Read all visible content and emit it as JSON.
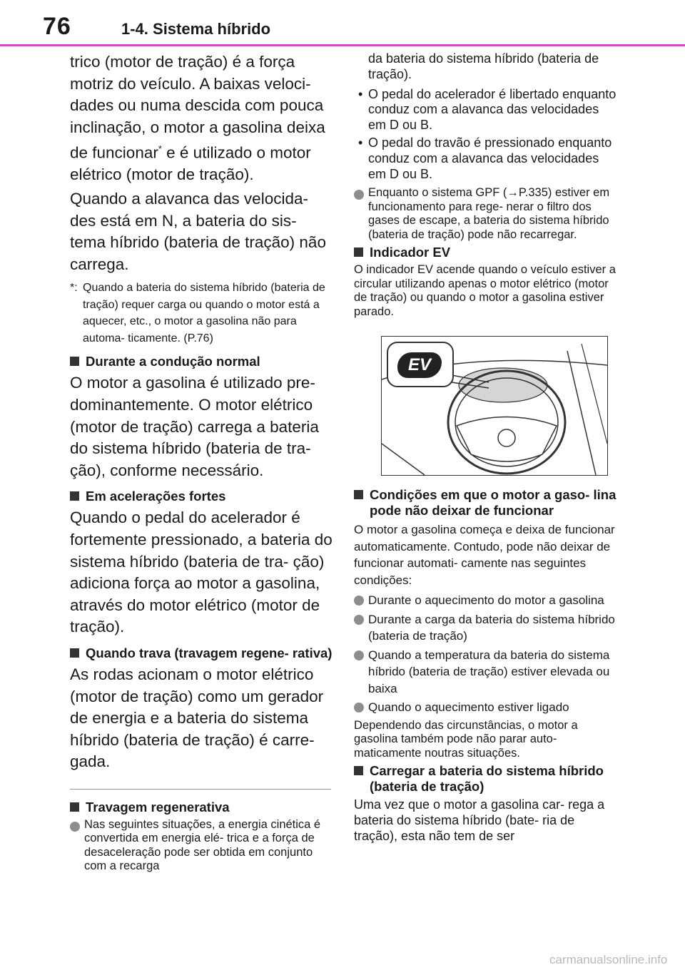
{
  "header": {
    "page_number": "76",
    "section": "1-4. Sistema híbrido"
  },
  "left": {
    "p1": "trico (motor de tração) é a força motriz do veículo. A baixas veloci- dades ou numa descida com pouca inclinação, o motor a gasolina deixa de funcionar",
    "p1_star": "*",
    "p1_end": " e é utilizado o motor elétrico (motor de tração).",
    "p2": "Quando a alavanca das velocida- des está em N, a bateria do sis- tema híbrido (bateria de tração) não carrega.",
    "note_mark": "*:",
    "note_text": "Quando a bateria do sistema híbrido (bateria de tração) requer carga ou quando o motor está a aquecer, etc., o motor a gasolina não para automa- ticamente. (P.76)",
    "h1": "Durante a condução normal",
    "p3": "O motor a gasolina é utilizado pre- dominantemente. O motor elétrico (motor de tração) carrega a bateria do sistema híbrido (bateria de tra- ção), conforme necessário.",
    "h2": "Em acelerações fortes",
    "p4": "Quando o pedal do acelerador é fortemente pressionado, a bateria do sistema híbrido (bateria de tra- ção) adiciona força ao motor a gasolina, através do motor elétrico (motor de tração).",
    "h3": "Quando trava (travagem regene- rativa)",
    "p5": "As rodas acionam o motor elétrico (motor de tração) como um gerador de energia e a bateria do sistema híbrido (bateria de tração) é carre- gada.",
    "h4": "Travagem regenerativa",
    "b1": "Nas seguintes situações, a energia cinética é convertida em energia elé- trica e a força de desaceleração pode ser obtida em conjunto com a recarga"
  },
  "right": {
    "p1": "da bateria do sistema híbrido (bateria de tração).",
    "d1": "O pedal do acelerador é libertado enquanto conduz com a alavanca das velocidades em D ou B.",
    "d2": "O pedal do travão é pressionado enquanto conduz com a alavanca das velocidades em D ou B.",
    "b1": "Enquanto o sistema GPF (→P.335) estiver em funcionamento para rege- nerar o filtro dos gases de escape, a bateria do sistema híbrido (bateria de tração) pode não recarregar.",
    "h1": "Indicador EV",
    "p2": "O indicador EV acende quando o veículo estiver a circular utilizando apenas o motor elétrico (motor de tração) ou quando o motor a gasolina estiver parado.",
    "ev_label": "EV",
    "h2": "Condições em que o motor a gaso- lina pode não deixar de funcionar",
    "p3": "O motor a gasolina começa e deixa de funcionar automaticamente. Contudo, pode não deixar de funcionar automati- camente nas seguintes condições:",
    "b2": "Durante o aquecimento do motor a gasolina",
    "b3": "Durante a carga da bateria do sistema híbrido (bateria de tração)",
    "b4": "Quando a temperatura da bateria do sistema híbrido (bateria de tração) estiver elevada ou baixa",
    "b5": "Quando o aquecimento estiver ligado",
    "p4": "Dependendo das circunstâncias, o motor a gasolina também pode não parar auto- maticamente noutras situações.",
    "h3": "Carregar a bateria do sistema híbrido (bateria de tração)",
    "p5": "Uma vez que o motor a gasolina car- rega a bateria do sistema híbrido (bate- ria de tração), esta não tem de ser"
  },
  "footer": {
    "watermark": "carmanualsonline.info"
  },
  "colors": {
    "header_rule": "#e33bd6",
    "bullet": "#8d8d8d"
  }
}
